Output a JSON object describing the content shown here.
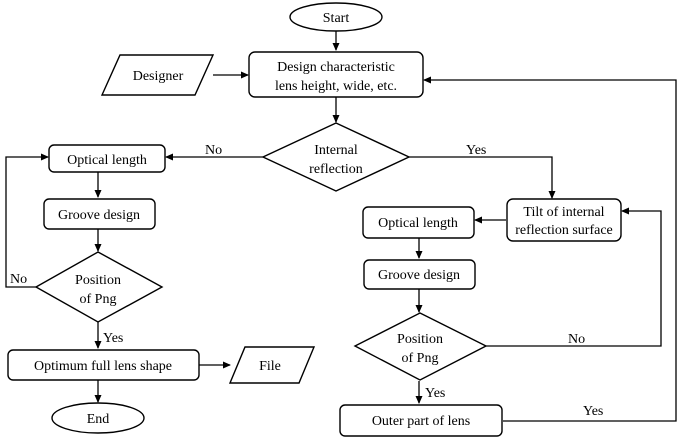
{
  "nodes": {
    "start": "Start",
    "designer": "Designer",
    "design_char_l1": "Design characteristic",
    "design_char_l2": "lens height, wide, etc.",
    "internal_l1": "Internal",
    "internal_l2": "reflection",
    "optical_left": "Optical length",
    "groove_left": "Groove design",
    "position_left_l1": "Position",
    "position_left_l2": "of  Png",
    "optimum": "Optimum full lens shape",
    "file": "File",
    "end": "End",
    "tilt_l1": "Tilt of internal",
    "tilt_l2": "reflection surface",
    "optical_right": "Optical length",
    "groove_right": "Groove design",
    "position_right_l1": "Position",
    "position_right_l2": "of  Png",
    "outer": "Outer part of lens"
  },
  "edges": {
    "internal_no": "No",
    "internal_yes": "Yes",
    "left_loop_no": "No",
    "left_yes": "Yes",
    "right_no": "No",
    "right_yes": "Yes",
    "outer_yes": "Yes"
  }
}
